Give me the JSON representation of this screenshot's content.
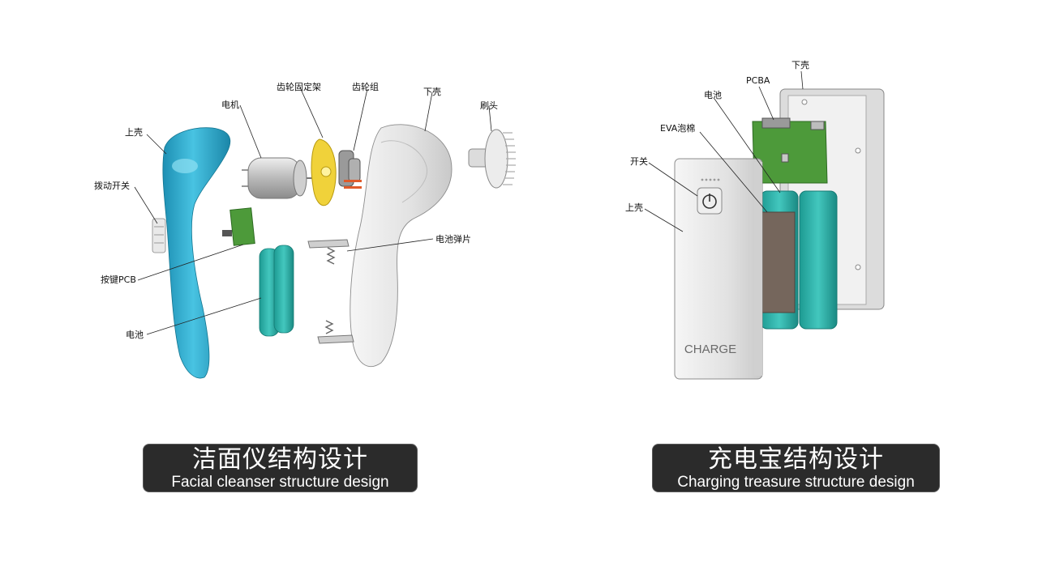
{
  "left_diagram": {
    "labels": {
      "top_shell": "上壳",
      "toggle_switch": "拨动开关",
      "button_pcb": "按键PCB",
      "battery": "电池",
      "motor": "电机",
      "gear_bracket": "齿轮固定架",
      "gear_set": "齿轮组",
      "bottom_shell": "下壳",
      "brush_head": "刷头",
      "battery_spring": "电池弹片"
    },
    "caption": {
      "title": "洁面仪结构设计",
      "subtitle": "Facial cleanser structure design"
    }
  },
  "right_diagram": {
    "labels": {
      "bottom_shell": "下壳",
      "pcba": "PCBA",
      "battery": "电池",
      "eva_foam": "EVA泡棉",
      "switch": "开关",
      "top_shell": "上壳"
    },
    "device_text": "CHARGE",
    "caption": {
      "title": "充电宝结构设计",
      "subtitle": "Charging treasure structure design"
    }
  },
  "colors": {
    "shell_blue": "#2aa6c8",
    "battery_teal": "#2bb0a8",
    "gear_yellow": "#f0d23a",
    "pcb_green": "#4d9a3a",
    "shell_grey": "#e6e6e6",
    "eva_brown": "#75665c",
    "caption_bg": "#2b2b2b"
  }
}
